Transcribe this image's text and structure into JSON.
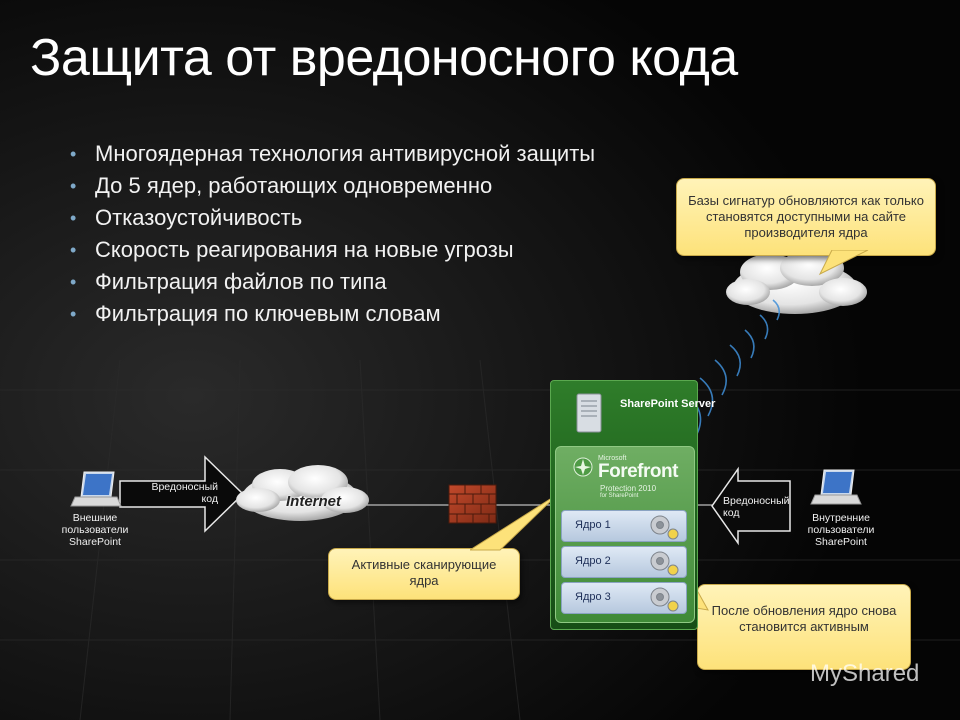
{
  "slide": {
    "title": "Защита от вредоносного кода",
    "bullets": [
      "Многоядерная технология антивирусной защиты",
      "До 5 ядер, работающих одновременно",
      "Отказоустойчивость",
      "Скорость реагирования на новые угрозы",
      "Фильтрация файлов по типа",
      "Фильтрация по ключевым словам"
    ]
  },
  "diagram": {
    "callout_top": "Базы сигнатур обновляются как только становятся доступными на сайте производителя ядра",
    "callout_scan": "Активные сканирующие ядра",
    "callout_update": "После обновления ядро снова становится активным",
    "external_users": "Внешние пользователи SharePoint",
    "internal_users": "Внутренние пользователи SharePoint",
    "malicious_code_left": "Вредоносный код",
    "malicious_code_right": "Вредоносный код",
    "internet": "Internet",
    "server_title": "SharePoint Server",
    "forefront_small": "Microsoft",
    "forefront_name": "Forefront",
    "forefront_sub": "Protection 2010",
    "forefront_sub2": "for SharePoint",
    "cores": [
      "Ядро 1",
      "Ядро 2",
      "Ядро 3"
    ]
  },
  "watermark": "MyShared",
  "colors": {
    "server_green": "#2f7d2a",
    "callout_yellow": "#fde27a",
    "arc_blue": "#3f8fd8"
  }
}
